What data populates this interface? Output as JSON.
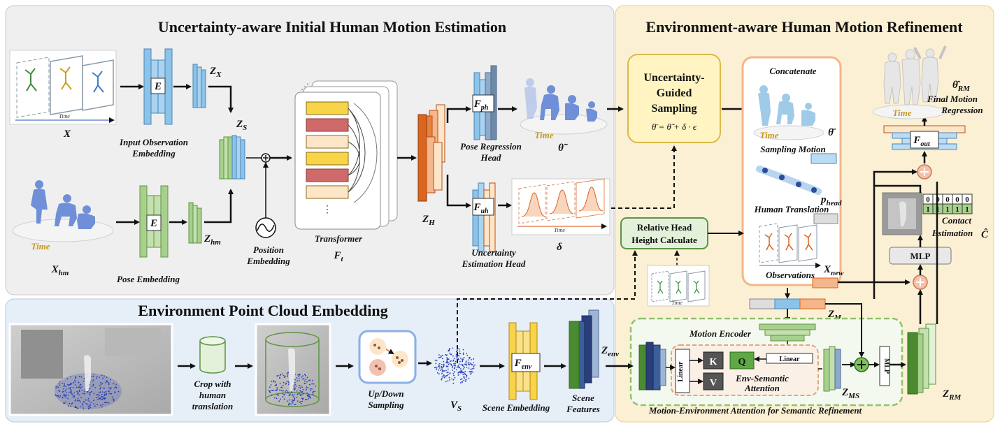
{
  "sections": {
    "initial": "Uncertainty-aware Initial Human Motion Estimation",
    "refine": "Environment-aware Human Motion Refinement",
    "env": "Environment Point Cloud Embedding"
  },
  "labels": {
    "input_obs": "Input Observation",
    "embedding": "Embedding",
    "pose_emb": "Pose Embedding",
    "pos_1": "Position",
    "pos_2": "Embedding",
    "transformer": "Transformer",
    "pose_reg_1": "Pose Regression",
    "pose_reg_2": "Head",
    "unc_1": "Uncertainty",
    "unc_2": "Estimation Head",
    "concatenate": "Concatenate",
    "sampling_motion": "Sampling Motion",
    "human_translation": "Human Translation",
    "observations": "Observations",
    "contact_1": "Contact",
    "contact_2": "Estimation",
    "final_1": "Final Motion",
    "final_2": "Regression",
    "motion_encoder": "Motion Encoder",
    "env_sem_1": "Env-Semantic",
    "env_sem_2": "Attention",
    "mea": "Motion-Environment Attention for Semantic Refinement",
    "crop_1": "Crop with",
    "crop_2": "human",
    "crop_3": "translation",
    "updown_1": "Up/Down",
    "updown_2": "Sampling",
    "scene_emb": "Scene Embedding",
    "scene_feat_1": "Scene",
    "scene_feat_2": "Features",
    "time": "Time",
    "axis_time": "Time"
  },
  "boxes": {
    "ugs_1": "Uncertainty-",
    "ugs_2": "Guided",
    "ugs_3": "Sampling",
    "ugs_formula": "θ̄ = θ̃ + δ · ϵ",
    "rhh_1": "Relative Head",
    "rhh_2": "Height Calculate",
    "mlp": "MLP",
    "k": "K",
    "q": "Q",
    "v": "V",
    "linear": "Linear",
    "mlp_vert": "MLP"
  },
  "symbols": {
    "X": "X",
    "Xhm_main": "X",
    "Xhm_sub": "hm",
    "E": "E",
    "Zx": "Z",
    "Zx_sub": "X",
    "Zs": "Z",
    "Zs_sub": "S",
    "Zhm": "Z",
    "Zhm_sub": "hm",
    "Ft": "F",
    "Ft_sub": "t",
    "ZH": "Z",
    "ZH_sub": "H",
    "Fph": "F",
    "Fph_sub": "ph",
    "Fuh": "F",
    "Fuh_sub": "uh",
    "theta_tilde": "θ̃",
    "delta": "δ",
    "theta_bar": "θ̄",
    "phead": "p",
    "phead_sub": "head",
    "Xnew": "X",
    "Xnew_sub": "new",
    "ZM": "Z",
    "ZM_sub": "M",
    "ZMS": "Z",
    "ZMS_sub": "MS",
    "ZRM": "Z",
    "ZRM_sub": "RM",
    "Zenv": "Z",
    "Zenv_sub": "env",
    "Fenv": "F",
    "Fenv_sub": "env",
    "Vs": "V",
    "Vs_sub": "S",
    "Fout": "F",
    "Fout_sub": "out",
    "theta_hat": "θ̂",
    "theta_hat_sub": "RM",
    "C_hat": "Ĉ"
  },
  "contact": {
    "row1": [
      "0",
      "0",
      "0",
      "0",
      "0"
    ],
    "row2": [
      "1",
      "1",
      "1",
      "1",
      "1"
    ]
  },
  "colors": {
    "gray_panel": "#efefef",
    "yellow_panel": "#fbf0d4",
    "blue_panel": "#e6eef8",
    "blue_enc": "#8cc3e8",
    "green_enc": "#a8d08d",
    "orange_feat": "#d9651e",
    "yellow_block": "#f7d448",
    "red_block": "#d06a6a",
    "dark_green": "#4a8a30",
    "navy": "#2a3f7a"
  }
}
